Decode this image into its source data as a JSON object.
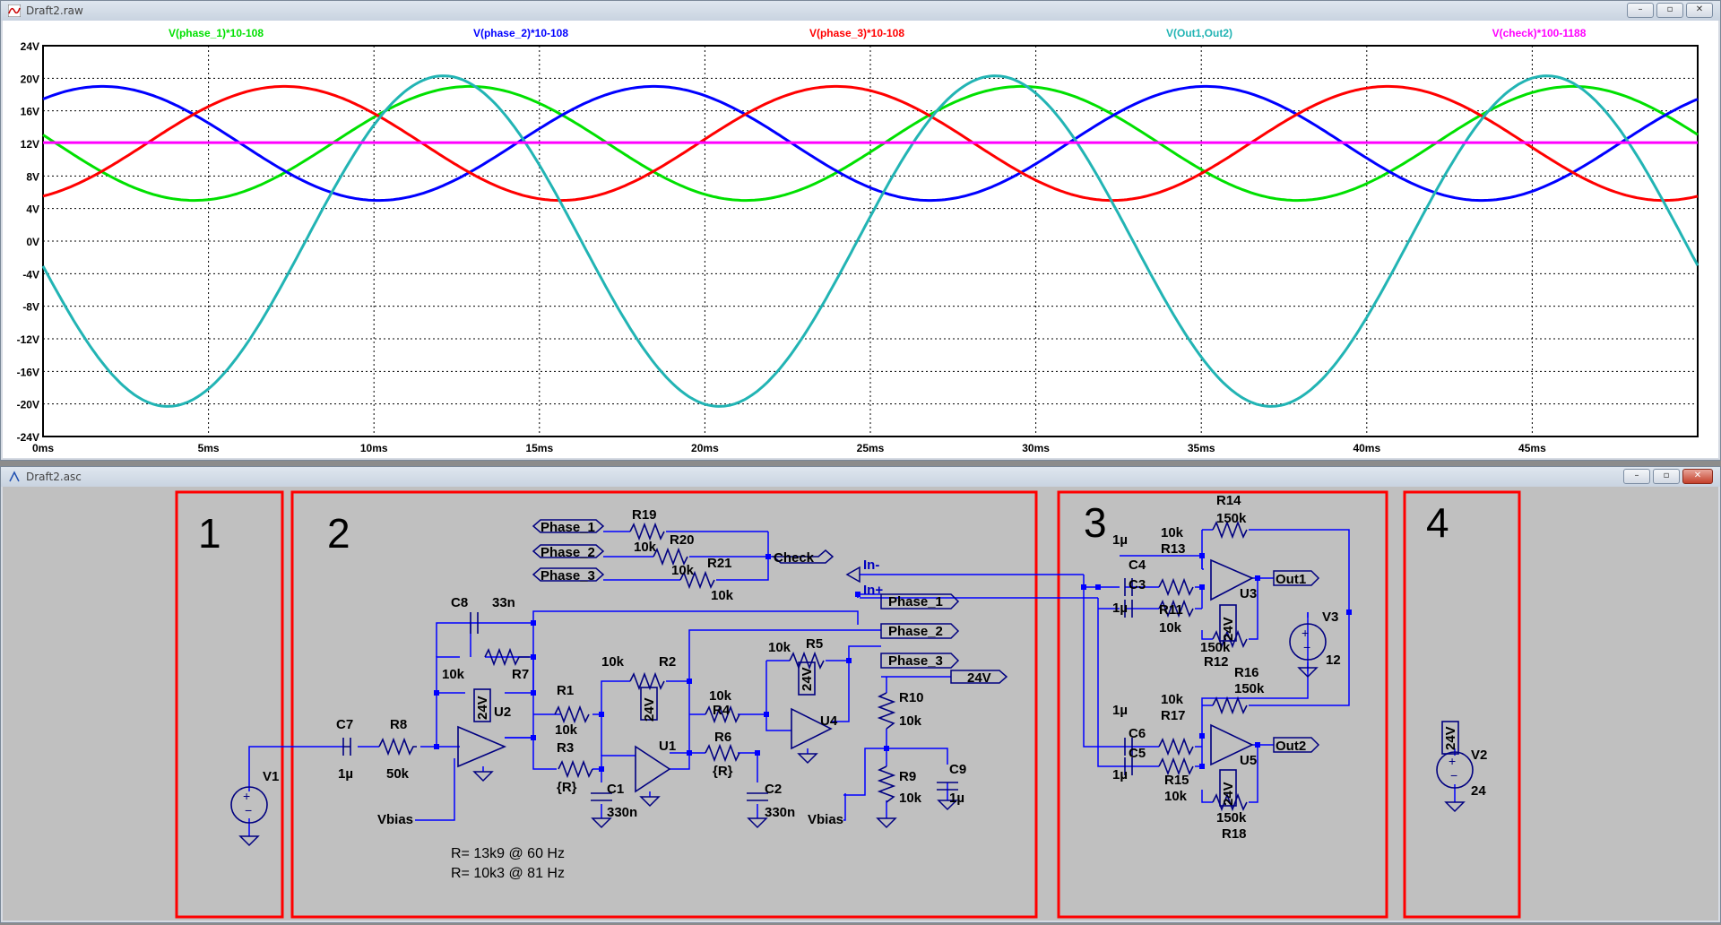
{
  "plot_window": {
    "title": "Draft2.raw"
  },
  "schematic_window": {
    "title": "Draft2.asc"
  },
  "window_buttons": {
    "minimize": "–",
    "restore": "▫",
    "close": "✕"
  },
  "chart_data": {
    "type": "line",
    "xlim": [
      0,
      50
    ],
    "ylim": [
      -24,
      24
    ],
    "x_ticks": [
      "0ms",
      "5ms",
      "10ms",
      "15ms",
      "20ms",
      "25ms",
      "30ms",
      "35ms",
      "40ms",
      "45ms"
    ],
    "y_ticks": [
      "24V",
      "20V",
      "16V",
      "12V",
      "8V",
      "4V",
      "0V",
      "-4V",
      "-8V",
      "-12V",
      "-16V",
      "-20V",
      "-24V"
    ],
    "grid": true,
    "legend_position": "top",
    "series": [
      {
        "name": "V(phase_1)*10-108",
        "color": "#00e000",
        "kind": "sine",
        "offset": 12,
        "amplitude": 7,
        "period_ms": 16.67,
        "peak_ms": 12.9
      },
      {
        "name": "V(phase_2)*10-108",
        "color": "#0000ff",
        "kind": "sine",
        "offset": 12,
        "amplitude": 7,
        "period_ms": 16.67,
        "peak_ms": 1.8
      },
      {
        "name": "V(phase_3)*10-108",
        "color": "#ff0000",
        "kind": "sine",
        "offset": 12,
        "amplitude": 7,
        "period_ms": 16.67,
        "peak_ms": 7.3
      },
      {
        "name": "V(Out1,Out2)",
        "color": "#22b4b4",
        "kind": "sine",
        "offset": 0,
        "amplitude": 20.3,
        "period_ms": 16.67,
        "peak_ms": 12.1
      },
      {
        "name": "V(check)*100-1188",
        "color": "#ff00ff",
        "kind": "flat",
        "offset": 12.1
      }
    ]
  },
  "schematic": {
    "sections": [
      "1",
      "2",
      "3",
      "4"
    ],
    "ports": {
      "phase1": "Phase_1",
      "phase2": "Phase_2",
      "phase3": "Phase_3",
      "check": "Check",
      "in_minus": "In-",
      "in_plus": "In+",
      "out1": "Out1",
      "out2": "Out2",
      "v24": "24V",
      "vbias": "Vbias"
    },
    "components": {
      "R19": "R19",
      "R19v": "10k",
      "R20": "R20",
      "R20v": "10k",
      "R21": "R21",
      "R21v": "10k",
      "C8": "C8",
      "C8v": "33n",
      "R7": "R7",
      "R7v": "10k",
      "C7": "C7",
      "C7v": "1µ",
      "R8": "R8",
      "R8v": "50k",
      "R1": "R1",
      "R1v": "10k",
      "R3": "R3",
      "R3v": "{R}",
      "C1": "C1",
      "C1v": "330n",
      "R2": "R2",
      "R2v": "10k",
      "R4": "R4",
      "R4v": "10k",
      "R6": "R6",
      "R6v": "{R}",
      "C2": "C2",
      "C2v": "330n",
      "R5": "R5",
      "R5v": "10k",
      "R10": "R10",
      "R10v": "10k",
      "R9": "R9",
      "R9v": "10k",
      "C9": "C9",
      "C9v": "1µ",
      "U1": "U1",
      "U2": "U2",
      "U3": "U3",
      "U4": "U4",
      "U5": "U5",
      "V1": "V1",
      "V2": "V2",
      "V2v": "24",
      "V3": "V3",
      "V3v": "12",
      "R14": "R14",
      "R14v": "150k",
      "R13": "R13",
      "R13v": "10k",
      "C4": "C4",
      "C4v": "1µ",
      "C3": "C3",
      "C3v": "1µ",
      "R11": "R11",
      "R11v": "10k",
      "R12": "R12",
      "R12v": "150k",
      "R16": "R16",
      "R16v": "150k",
      "R17": "R17",
      "R17v": "10k",
      "C6": "C6",
      "C6v": "1µ",
      "C5": "C5",
      "C5v": "1µ",
      "R15": "R15",
      "R15v": "10k",
      "R18": "R18",
      "R18v": "150k",
      "supply": "24V"
    },
    "notes": [
      "R= 13k9 @ 60 Hz",
      "R= 10k3 @ 81 Hz"
    ]
  },
  "colors": {
    "wire": "#0000ff",
    "component": "#000080",
    "section_box": "#ff0000",
    "schematic_bg": "#c0c0c0"
  }
}
